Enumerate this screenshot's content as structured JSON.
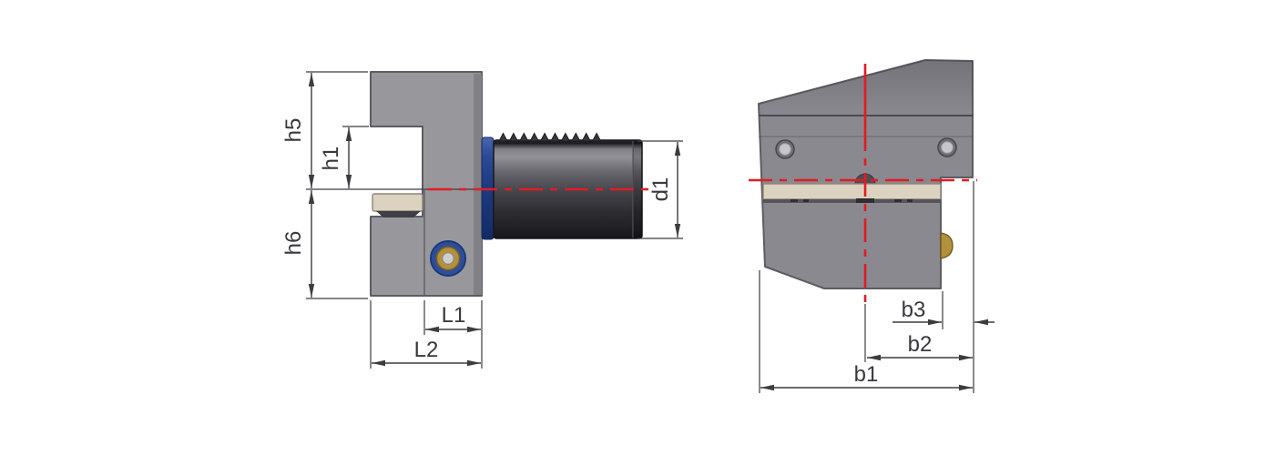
{
  "drawing": {
    "type": "technical-dimension-drawing",
    "subject": "VDI radial tool holder, side view and front view"
  },
  "labels": {
    "side_view": {
      "h5": "h5",
      "h1": "h1",
      "h6": "h6",
      "d1": "d1",
      "L1": "L1",
      "L2": "L2"
    },
    "front_view": {
      "b1": "b1",
      "b2": "b2",
      "b3": "b3"
    }
  },
  "colors": {
    "background": "#ffffff",
    "steel": "#98979c",
    "steel2": "#8a898f",
    "outline": "#5d5c62",
    "shank_dark": "#2e2e32",
    "collar_blue": "#1d3a80",
    "brass": "#b2913c",
    "insert_beige": "#dbd3c0",
    "centerline_red": "#e31b23",
    "dim": "#3c3b40",
    "text": "#39383e"
  }
}
